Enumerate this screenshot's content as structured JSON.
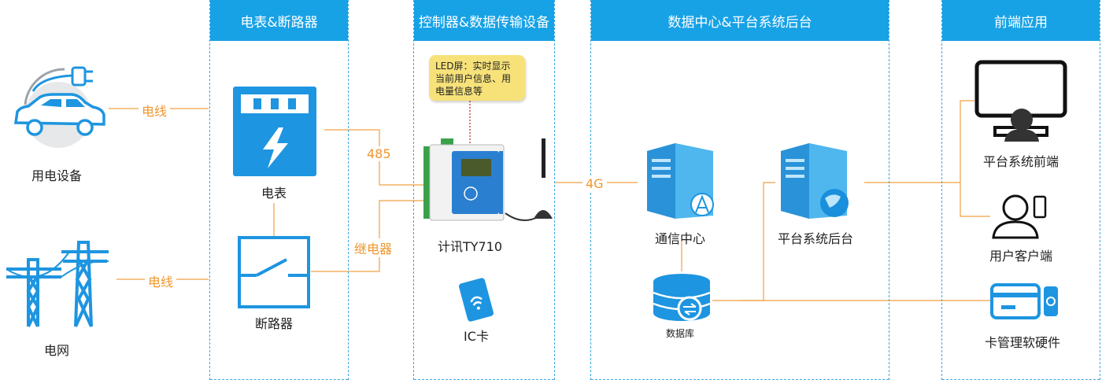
{
  "columns": {
    "meter": "电表&断路器",
    "controller": "控制器&数据传输设备",
    "datacenter": "数据中心&平台系统后台",
    "frontend": "前端应用"
  },
  "left": {
    "device": "用电设备",
    "grid": "电网",
    "wire_top": "电线",
    "wire_bottom": "电线"
  },
  "meter": {
    "meter_label": "电表",
    "breaker_label": "断路器"
  },
  "links": {
    "l485": "485",
    "relay": "继电器",
    "l4g": "4G"
  },
  "controller": {
    "note": "LED屏：实时显示当前用户信息、用电量信息等",
    "device_label": "计讯TY710",
    "card_label": "IC卡"
  },
  "datacenter": {
    "comm": "通信中心",
    "backend": "平台系统后台",
    "db": "数据库"
  },
  "frontend": {
    "platform": "平台系统前端",
    "client": "用户客户端",
    "cardmgr": "卡管理软硬件"
  },
  "colors": {
    "header": "#17a2e6",
    "accent_blue": "#1e95e0",
    "wire_orange": "#f0962d",
    "note_yellow": "#f7e27a"
  }
}
